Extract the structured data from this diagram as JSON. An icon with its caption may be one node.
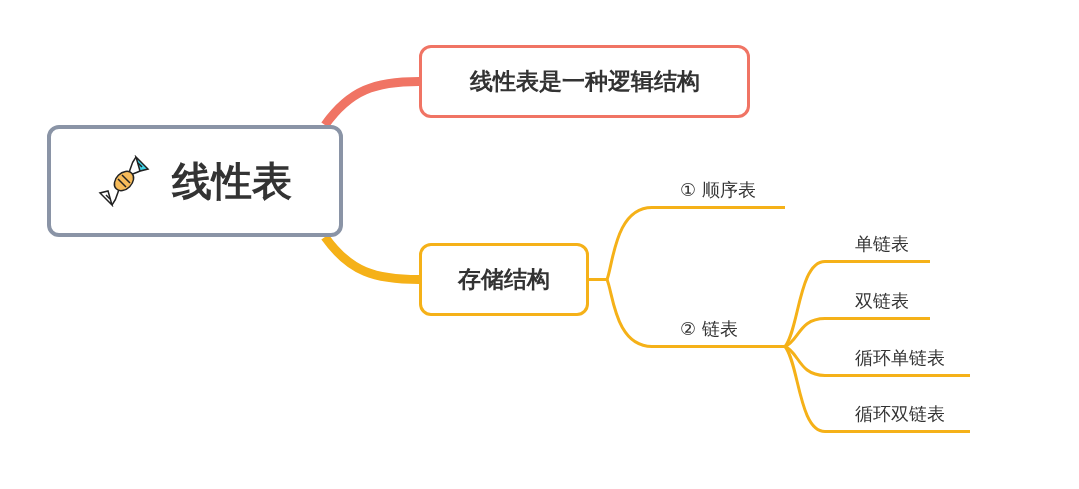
{
  "diagram": {
    "nodes": [
      {
        "text": [
          "线性表"
        ]
      },
      {
        "text": [
          "线性表是一种逻辑结构"
        ]
      },
      {
        "text": [
          "存储结构"
        ]
      },
      {
        "text": [
          "① 顺序表"
        ]
      },
      {
        "text": [
          "② 链表"
        ]
      },
      {
        "text": [
          "单链表"
        ]
      },
      {
        "text": [
          "双链表"
        ]
      },
      {
        "text": [
          "循环单链表"
        ]
      },
      {
        "text": [
          "循环双链表"
        ]
      }
    ],
    "edges": [
      {
        "from": 0,
        "to": 1,
        "arrow": "none",
        "style": "thick",
        "color": "#f07464"
      },
      {
        "from": 0,
        "to": 2,
        "arrow": "none",
        "style": "thick"
      },
      {
        "from": 2,
        "to": 3,
        "arrow": "none"
      },
      {
        "from": 2,
        "to": 4,
        "arrow": "none"
      },
      {
        "from": 4,
        "to": 5,
        "arrow": "none"
      },
      {
        "from": 4,
        "to": 6,
        "arrow": "none"
      },
      {
        "from": 4,
        "to": 7,
        "arrow": "none"
      },
      {
        "from": 4,
        "to": 8,
        "arrow": "none"
      }
    ]
  }
}
